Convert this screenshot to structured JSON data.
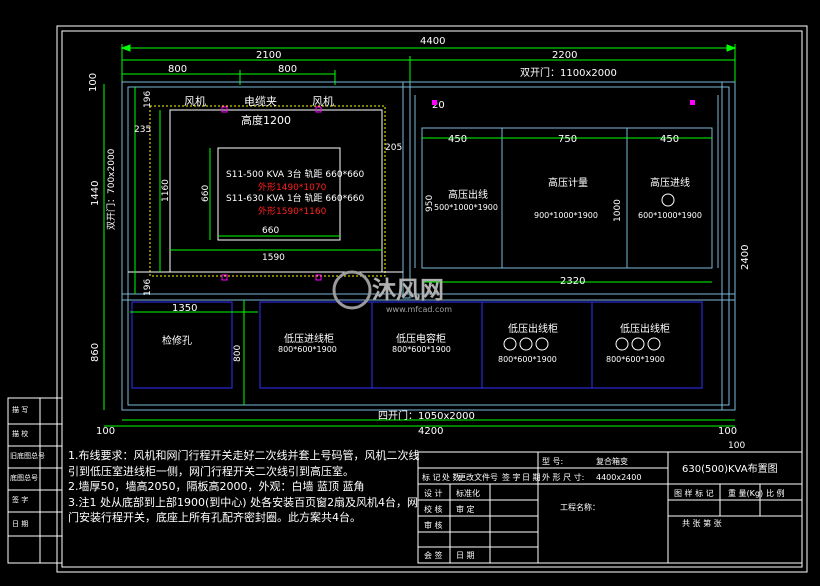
{
  "colors": {
    "background": "#000000",
    "frame": "#ffffff",
    "dimension": "#00ff00",
    "wall": "#7ab8d8",
    "equipment": "#00ffff",
    "room_outline": "#ffff00",
    "red_text": "#ff2020",
    "magenta": "#ff00ff",
    "cabinet_blue": "#3030ff"
  },
  "dims": {
    "total_width": "4400",
    "left_width": "2100",
    "right_width": "2200",
    "seg_800a": "800",
    "seg_800b": "800",
    "top_100": "100",
    "double_door_top": "双开门：1100x2000",
    "d196a": "196",
    "d235": "235",
    "d1440": "1440",
    "d1160": "1160",
    "d205": "205",
    "d660_v": "660",
    "d660_h": "660",
    "d1590": "1590",
    "d196b": "196",
    "d1350": "1350",
    "d860": "860",
    "d800": "800",
    "d100_bl": "100",
    "total_bottom": "4200",
    "double_door_bottom": "四开门：1050x2000",
    "d2400": "2400",
    "d100_br": "100",
    "d20": "20",
    "d450a": "450",
    "d750": "750",
    "d450b": "450",
    "d950": "950",
    "d1000": "1000",
    "d2320": "2320",
    "side_door": "双开门：700x2000"
  },
  "room": {
    "fan_left": "风机",
    "cable_clamp": "电缆夹",
    "fan_right": "风机",
    "height": "高度1200",
    "transformer_1": "S11-500 KVA  3台 轨距 660*660",
    "size_1": "外形1490*1070",
    "transformer_2": "S11-630 KVA  1台 轨距 660*660",
    "size_2": "外形1590*1160"
  },
  "hv": {
    "cab1_name": "高压出线",
    "cab1_size": "500*1000*1900",
    "cab2_name": "高压计量",
    "cab2_size": "900*1000*1900",
    "cab3_name": "高压进线",
    "cab3_size": "600*1000*1900"
  },
  "lv": {
    "inspect_hole": "检修孔",
    "cab1_name": "低压进线柜",
    "cab1_size": "800*600*1900",
    "cab2_name": "低压电容柜",
    "cab2_size": "800*600*1900",
    "cab3_name": "低压出线柜",
    "cab3_size": "800*600*1900",
    "cab4_name": "低压出线柜",
    "cab4_size": "800*600*1900"
  },
  "watermark": {
    "main": "沐风网",
    "url": "www.mfcad.com"
  },
  "side_table": [
    "描 写",
    "描 校",
    "旧底图总号",
    "底图总号",
    "签 字",
    "日 期"
  ],
  "notes": [
    "1.布线要求：风机和网门行程开关走好二次线并套上号码管，风机二次线",
    "引到低压室进线柜一侧，网门行程开关二次线引到高压室。",
    "2.墙厚50，墙高2050，隔板高2000，外观：白墙  蓝顶  蓝角",
    "3.注1 处从底部到上部1900(到中心) 处各安装百页窗2扇及风机4台，网",
    "门安装行程开关，底座上所有孔配齐密封圈。此方案共4台。"
  ],
  "title_block": {
    "project_label": "型    号:",
    "project_value": "复合箱变",
    "drawing_title": "630(500)KVA布置图",
    "num_100": "100",
    "size_label": "外 形 尺 寸:",
    "size_value": "4400x2400",
    "stage": "图 样 标 记",
    "weight": "重 量(Kg)",
    "scale": "比 例",
    "rows": [
      "设 计",
      "校 核",
      "审 核",
      "会 签"
    ],
    "col2": [
      "标准化",
      "审 定",
      "",
      "日 期"
    ],
    "mark": "标 记",
    "qty": "处 数",
    "change_doc": "更改文件号",
    "sign": "签 字",
    "date": "日 期",
    "engineer": "工程名称：",
    "sheets": "共    张      第    张"
  }
}
